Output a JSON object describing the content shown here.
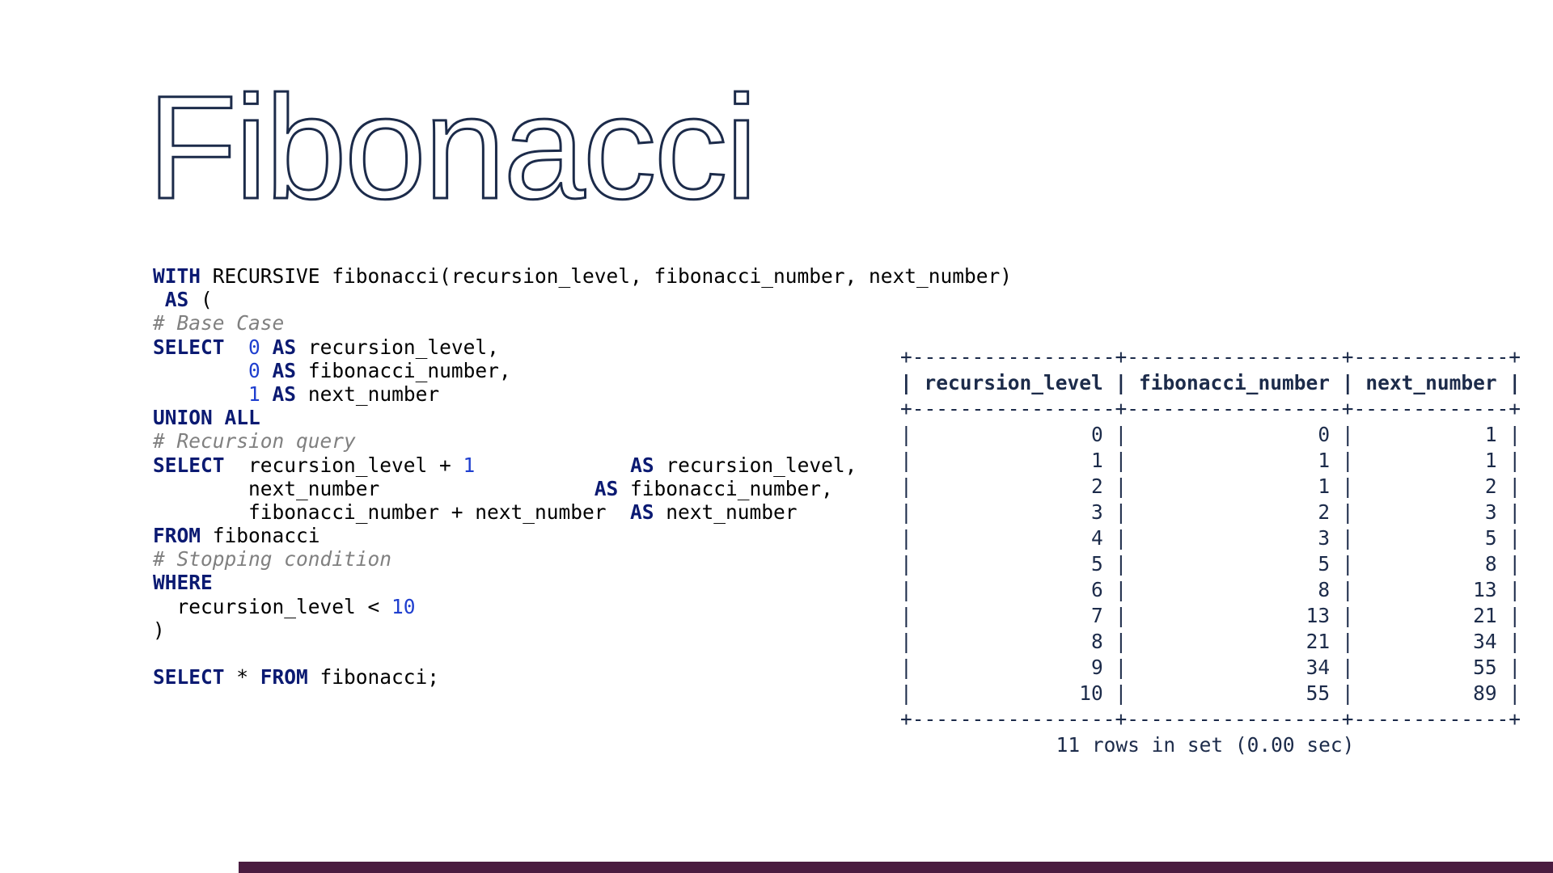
{
  "slide": {
    "title": "Fibonacci",
    "accent_color": "#4a1c40",
    "title_color": "#1c2b4a",
    "keyword_color": "#0b1a72",
    "number_color": "#1f3fcf",
    "comment_color": "#808080"
  },
  "code": {
    "lines": [
      [
        {
          "t": "kw",
          "v": "WITH"
        },
        {
          "t": "tx",
          "v": " RECURSIVE fibonacci(recursion_level, fibonacci_number, next_number)"
        }
      ],
      [
        {
          "t": "tx",
          "v": " "
        },
        {
          "t": "kw",
          "v": "AS"
        },
        {
          "t": "tx",
          "v": " ("
        }
      ],
      [
        {
          "t": "cm",
          "v": "# Base Case"
        }
      ],
      [
        {
          "t": "kw",
          "v": "SELECT"
        },
        {
          "t": "tx",
          "v": "  "
        },
        {
          "t": "num",
          "v": "0"
        },
        {
          "t": "tx",
          "v": " "
        },
        {
          "t": "kw",
          "v": "AS"
        },
        {
          "t": "tx",
          "v": " recursion_level,"
        }
      ],
      [
        {
          "t": "tx",
          "v": "        "
        },
        {
          "t": "num",
          "v": "0"
        },
        {
          "t": "tx",
          "v": " "
        },
        {
          "t": "kw",
          "v": "AS"
        },
        {
          "t": "tx",
          "v": " fibonacci_number,"
        }
      ],
      [
        {
          "t": "tx",
          "v": "        "
        },
        {
          "t": "num",
          "v": "1"
        },
        {
          "t": "tx",
          "v": " "
        },
        {
          "t": "kw",
          "v": "AS"
        },
        {
          "t": "tx",
          "v": " next_number"
        }
      ],
      [
        {
          "t": "kw",
          "v": "UNION ALL"
        }
      ],
      [
        {
          "t": "cm",
          "v": "# Recursion query"
        }
      ],
      [
        {
          "t": "kw",
          "v": "SELECT"
        },
        {
          "t": "tx",
          "v": "  recursion_level + "
        },
        {
          "t": "num",
          "v": "1"
        },
        {
          "t": "tx",
          "v": "             "
        },
        {
          "t": "kw",
          "v": "AS"
        },
        {
          "t": "tx",
          "v": " recursion_level,"
        }
      ],
      [
        {
          "t": "tx",
          "v": "        next_number                  "
        },
        {
          "t": "kw",
          "v": "AS"
        },
        {
          "t": "tx",
          "v": " fibonacci_number,"
        }
      ],
      [
        {
          "t": "tx",
          "v": "        fibonacci_number + next_number  "
        },
        {
          "t": "kw",
          "v": "AS"
        },
        {
          "t": "tx",
          "v": " next_number"
        }
      ],
      [
        {
          "t": "kw",
          "v": "FROM"
        },
        {
          "t": "tx",
          "v": " fibonacci"
        }
      ],
      [
        {
          "t": "cm",
          "v": "# Stopping condition"
        }
      ],
      [
        {
          "t": "kw",
          "v": "WHERE"
        }
      ],
      [
        {
          "t": "tx",
          "v": "  recursion_level < "
        },
        {
          "t": "num",
          "v": "10"
        }
      ],
      [
        {
          "t": "tx",
          "v": ")"
        }
      ],
      [],
      [
        {
          "t": "kw",
          "v": "SELECT"
        },
        {
          "t": "tx",
          "v": " * "
        },
        {
          "t": "kw",
          "v": "FROM"
        },
        {
          "t": "tx",
          "v": " fibonacci;"
        }
      ]
    ]
  },
  "result": {
    "columns": [
      "recursion_level",
      "fibonacci_number",
      "next_number"
    ],
    "rows": [
      [
        "0",
        "0",
        "1"
      ],
      [
        "1",
        "1",
        "1"
      ],
      [
        "2",
        "1",
        "2"
      ],
      [
        "3",
        "2",
        "3"
      ],
      [
        "4",
        "3",
        "5"
      ],
      [
        "5",
        "5",
        "8"
      ],
      [
        "6",
        "8",
        "13"
      ],
      [
        "7",
        "13",
        "21"
      ],
      [
        "8",
        "21",
        "34"
      ],
      [
        "9",
        "34",
        "55"
      ],
      [
        "10",
        "55",
        "89"
      ]
    ],
    "summary": "11 rows in set (0.00 sec)"
  }
}
